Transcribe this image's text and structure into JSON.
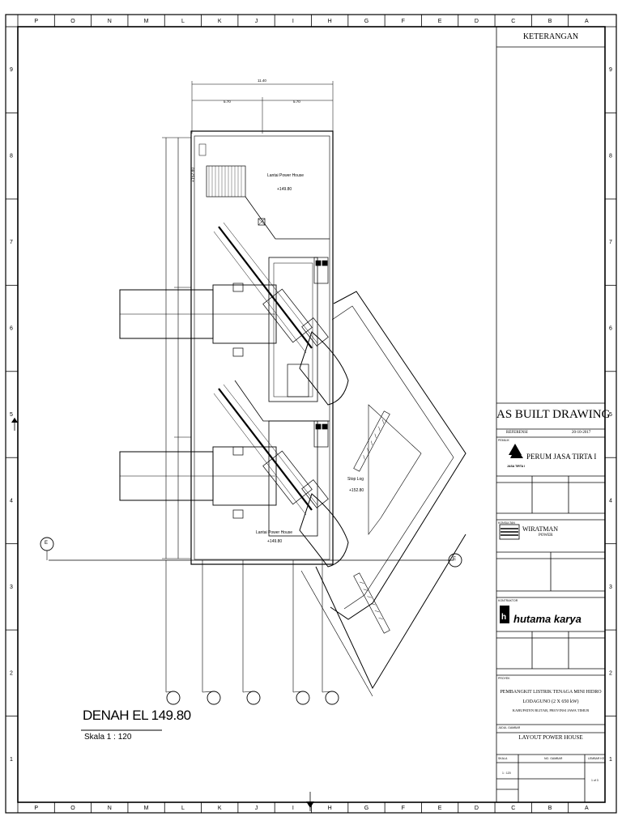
{
  "border": {
    "top_columns": [
      "P",
      "O",
      "N",
      "M",
      "L",
      "K",
      "J",
      "I",
      "H",
      "G",
      "F",
      "E",
      "D",
      "C",
      "B",
      "A"
    ],
    "side_rows": [
      "9",
      "8",
      "7",
      "6",
      "5",
      "4",
      "3",
      "2",
      "1"
    ]
  },
  "keterangan": {
    "title": "KETERANGAN"
  },
  "title_block": {
    "as_built": "AS BUILT DRAWING",
    "referensi_label": "REFERENSI",
    "referensi_date": "20-10-2017",
    "pemilik_label": "PEMILIK",
    "owner_name": "PERUM JASA TIRTA I",
    "owner_logo_text": "JASA TIRTA I",
    "konsultan_label": "KONSULTAN",
    "consultant_name": "WIRATMAN",
    "consultant_sub": "POWER",
    "kontraktor_label": "KONTRAKTOR",
    "contractor_name": "hutama karya",
    "proyek_label": "PROYEK",
    "project_line1": "PEMBANGKIT LISTRIK TENAGA MINI HIDRO",
    "project_line2": "LODAGUNO (2 X 650 kW)",
    "project_line3": "KABUPATEN BLITAR, PROVINSI JAWA TIMUR",
    "judul_label": "JUDUL GAMBAR",
    "drawing_title": "LAYOUT POWER HOUSE",
    "skala_label": "SKALA",
    "skala_value": "1 : 120",
    "no_gambar_label": "NO. GAMBAR",
    "lembar_label": "LEMBAR KE",
    "lembar_value": "1 of 3"
  },
  "drawing": {
    "plan_title": "DENAH EL 149.80",
    "plan_scale": "Skala 1 : 120",
    "dim_total": "11.40",
    "dim_left": "5.70",
    "dim_right": "5.70",
    "upper_floor": "Lantai Power House",
    "upper_el": "+149.80",
    "lower_floor": "Lantai Power House",
    "lower_el": "+149.80",
    "stoplog": "Stop Log",
    "stoplog_el": "+152.80",
    "stair_el": "+152.80",
    "grid_right": "E",
    "grid_left": "E"
  }
}
